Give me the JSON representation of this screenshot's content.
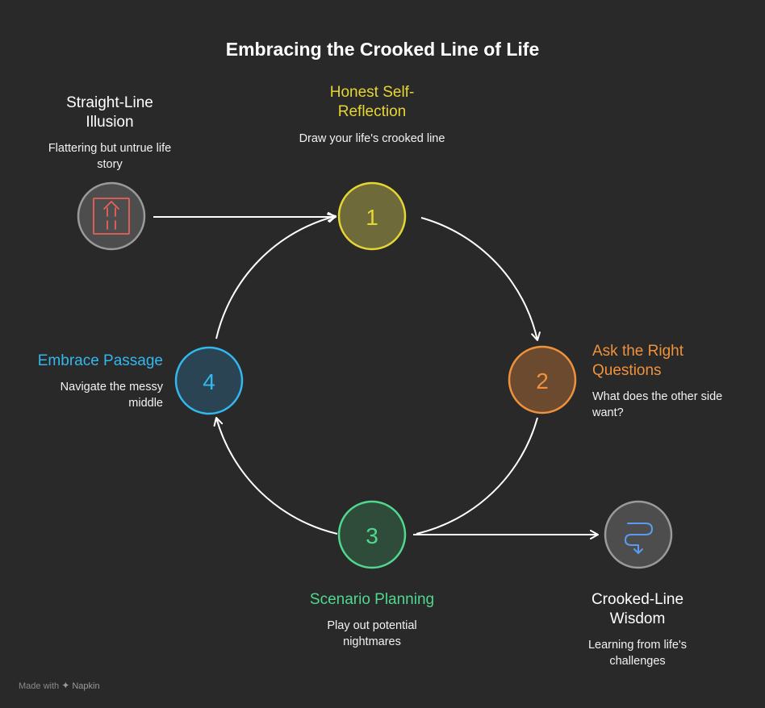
{
  "title": "Embracing the Crooked Line of Life",
  "steps": [
    {
      "number": "1",
      "heading": "Honest Self-Reflection",
      "description": "Draw your life's crooked line",
      "color": "#e6d633",
      "fill": "#6e6a3a"
    },
    {
      "number": "2",
      "heading": "Ask the Right Questions",
      "description": "What does the other side want?",
      "color": "#f0923c",
      "fill": "#6b4a30"
    },
    {
      "number": "3",
      "heading": "Scenario Planning",
      "description": "Play out potential nightmares",
      "color": "#4fd88e",
      "fill": "#2f4c3a"
    },
    {
      "number": "4",
      "heading": "Embrace Passage",
      "description": "Navigate the messy middle",
      "color": "#33b8ee",
      "fill": "#2b4454"
    }
  ],
  "start": {
    "heading": "Straight-Line Illusion",
    "description": "Flattering but untrue life story",
    "icon": "straight-arrow-up-icon",
    "icon_color": "#e8615a"
  },
  "end": {
    "heading": "Crooked-Line Wisdom",
    "description": "Learning from life's challenges",
    "icon": "winding-arrow-down-icon",
    "icon_color": "#5a9cf0"
  },
  "footer": {
    "made_with": "Made with",
    "brand": "Napkin"
  }
}
